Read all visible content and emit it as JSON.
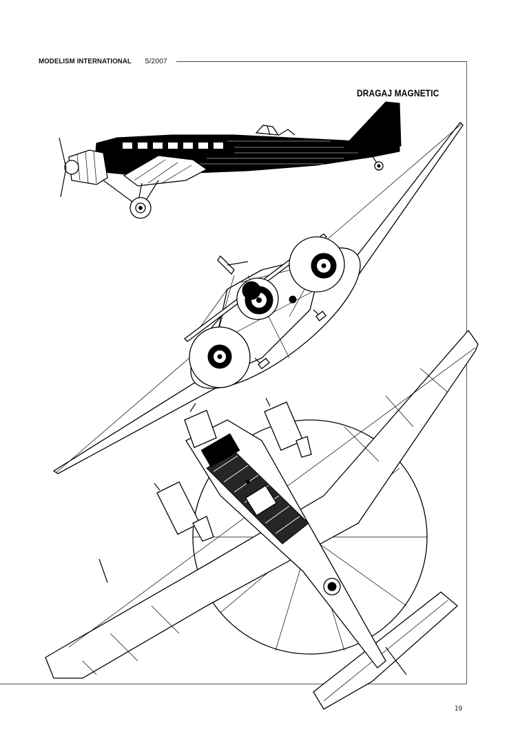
{
  "header": {
    "magazine": "MODELISM INTERNATIONAL",
    "issue": "5/2007"
  },
  "credit": {
    "author": "DRAGAJ MAGNETIC"
  },
  "footer": {
    "page_number": "19"
  },
  "drawing": {
    "views": [
      "side-view",
      "front-view",
      "top-view"
    ],
    "ink_color": "#000000",
    "paper_color": "#ffffff"
  }
}
